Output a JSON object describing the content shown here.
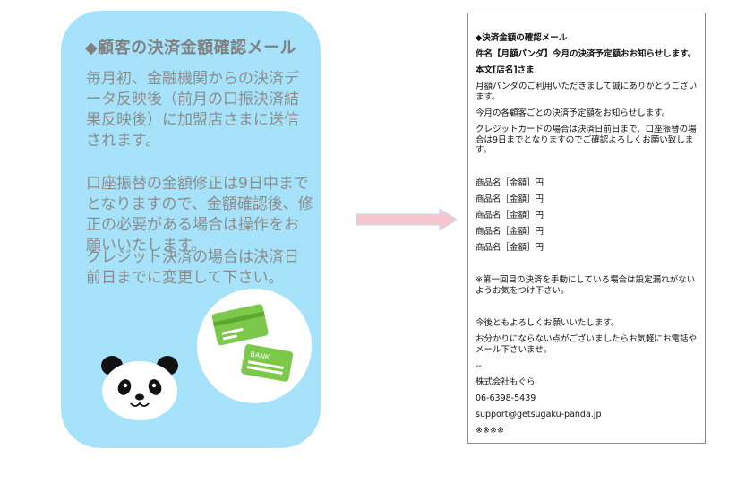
{
  "panel": {
    "title": "◆顧客の決済金額確認メール",
    "paragraph1": "毎月初、金融機関からの決済データ反映後（前月の口振決済結果反映後）に加盟店さまに送信されます。",
    "paragraph2": "口座振替の金額修正は9日中までとなりますので、金額確認後、修正の必要がある場合は操作をお願いいたします。",
    "paragraph3": "クレジット決済の場合は決済日前日までに変更して下さい。",
    "bank_card_text": "BANK"
  },
  "email": {
    "heading": "◆決済金額の確認メール",
    "subject": "件名【月額パンダ】今月の決済予定額おお知らせします。",
    "body_label": "本文[店名]さま",
    "greeting": "月額パンダのご利用いただきまして誠にありがとうございます。",
    "notice": "今月の各顧客ごとの決済予定額をお知らせします。",
    "credit_note": "クレジットカードの場合は決済日前日まで、口座振替の場合は9日までとなりますのでご確認よろしくお願い致します。",
    "items": [
      "商品名［金額］円",
      "商品名［金額］円",
      "商品名［金額］円",
      "商品名［金額］円",
      "商品名［金額］円"
    ],
    "first_payment_note": "※第一回目の決済を手動にしている場合は設定漏れがないようお気をつけ下さい。",
    "closing": "今後ともよろしくお願いいたします。",
    "contact_note": "お分かりにならない点がございましたらお気軽にお電話やメール下さいませ。",
    "separator": "--",
    "company": "株式会社もぐら",
    "phone": "06-6398-5439",
    "support_email": "support@getsugaku-panda.jp",
    "footer_marks": "※※※※"
  }
}
